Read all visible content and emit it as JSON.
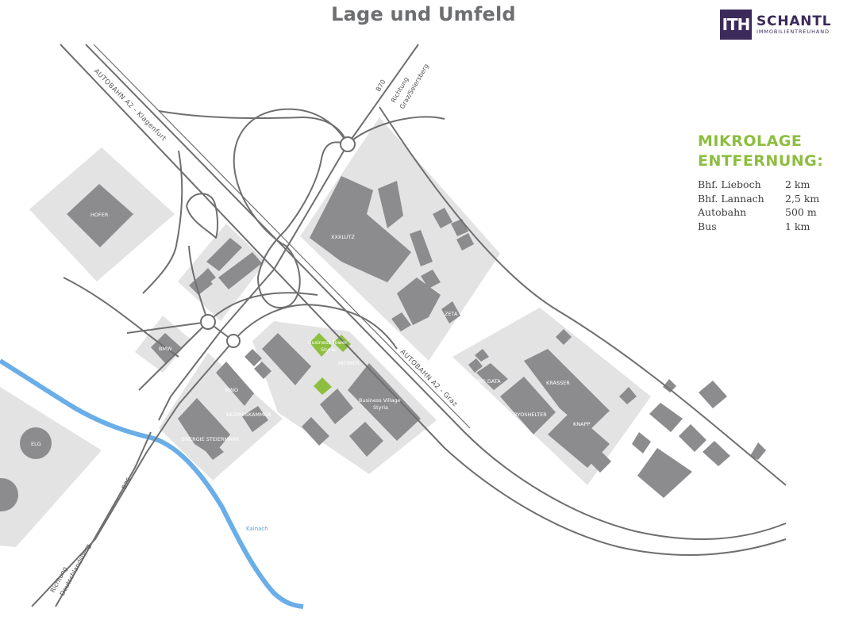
{
  "header": {
    "title": "Lage und Umfeld"
  },
  "logo": {
    "mark": "ITH",
    "name": "SCHANTL",
    "subtitle": "IMMOBILIENTREUHAND"
  },
  "info": {
    "heading_line1": "MIKROLAGE",
    "heading_line2": "ENTFERNUNG:",
    "rows": [
      {
        "label": "Bhf. Lieboch",
        "value": "2 km"
      },
      {
        "label": "Bhf. Lannach",
        "value": "2,5 km"
      },
      {
        "label": "Autobahn",
        "value": "500 m"
      },
      {
        "label": "Bus",
        "value": "1 km"
      }
    ]
  },
  "map": {
    "roads": {
      "a2_klagenfurt": "AUTOBAHN A2 - Klagenfurt",
      "a2_graz": "AUTOBAHN A2 - Graz",
      "b70": "B70",
      "richtung_graz_1": "Richtung",
      "richtung_graz_2": "Graz/Seiersberg",
      "b76": "B76",
      "richtung_deutsch_1": "Richtung",
      "richtung_deutsch_2": "Deutschlandsberg",
      "river": "Kainach"
    },
    "places": {
      "hofer": "HOFER",
      "xxxlutz": "XXXLUTZ",
      "zeta": "ZETA",
      "bmw": "BMW",
      "kino": "KINO",
      "bezirkskammer": "BEZIRKSKAMMER",
      "energie": "ENERGIE STEIERMARK",
      "business_tower_1": "Business Tower",
      "business_tower_2": "Styria",
      "intimer": "INTIMER",
      "business_village_1": "Business Village",
      "business_village_2": "Styria",
      "elg": "ELG",
      "sms_data": "SMS DATA",
      "krasser": "KRASSER",
      "cryoshelter": "CRYOSHELTER",
      "knapp": "KNAPP"
    },
    "colors": {
      "area": "#e3e3e4",
      "building": "#8c8c8e",
      "road": "#6f6f71",
      "river": "#6aaee8",
      "highlight": "#8dbe3f"
    }
  }
}
